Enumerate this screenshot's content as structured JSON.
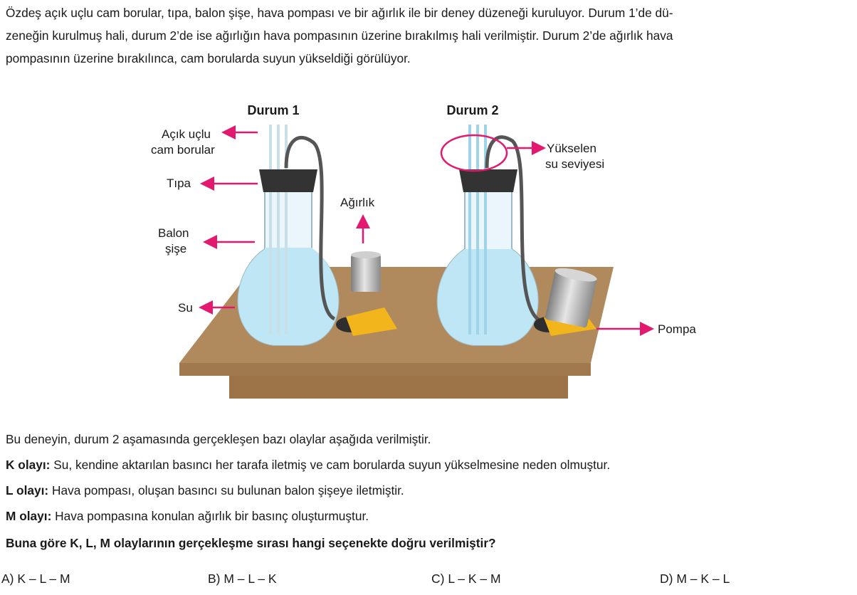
{
  "intro": {
    "line1": "Özdeş açık uçlu cam borular, tıpa, balon şişe, hava pompası ve bir ağırlık ile bir deney düzeneği kuruluyor. Durum 1’de dü-",
    "line2": "zeneğin kurulmuş hali, durum 2’de ise ağırlığın hava pompasının üzerine bırakılmış hali verilmiştir. Durum 2’de ağırlık hava",
    "line3": "pompasının üzerine bırakılınca, cam borularda suyun yükseldiği görülüyor."
  },
  "figure": {
    "state1_title": "Durum 1",
    "state2_title": "Durum 2",
    "label_tubes_1": "Açık uçlu",
    "label_tubes_2": "cam borular",
    "label_stopper": "Tıpa",
    "label_flask_1": "Balon",
    "label_flask_2": "şişe",
    "label_water": "Su",
    "label_weight": "Ağırlık",
    "label_rising_1": "Yükselen",
    "label_rising_2": "su seviyesi",
    "label_pump": "Pompa",
    "colors": {
      "arrow": "#e3196f",
      "table_top": "#b08a5c",
      "water": "#bfe6f5",
      "pump": "#f2b51c",
      "stopper": "#333333"
    }
  },
  "question": {
    "intro": "Bu deneyin, durum 2 aşamasında gerçekleşen bazı olaylar aşağıda verilmiştir.",
    "k_label": "K olayı:",
    "k_text": " Su, kendine aktarılan basıncı her tarafa iletmiş ve cam borularda suyun yükselmesine neden olmuştur.",
    "l_label": "L olayı:",
    "l_text": " Hava pompası, oluşan basıncı su bulunan balon şişeye iletmiştir.",
    "m_label": "M olayı:",
    "m_text": " Hava pompasına konulan ağırlık bir basınç oluşturmuştur.",
    "prompt": "Buna göre K, L, M olaylarının gerçekleşme sırası hangi seçenekte doğru verilmiştir?"
  },
  "options": {
    "a": "A) K – L – M",
    "b": "B) M – L – K",
    "c": "C) L – K – M",
    "d": "D) M – K – L"
  }
}
